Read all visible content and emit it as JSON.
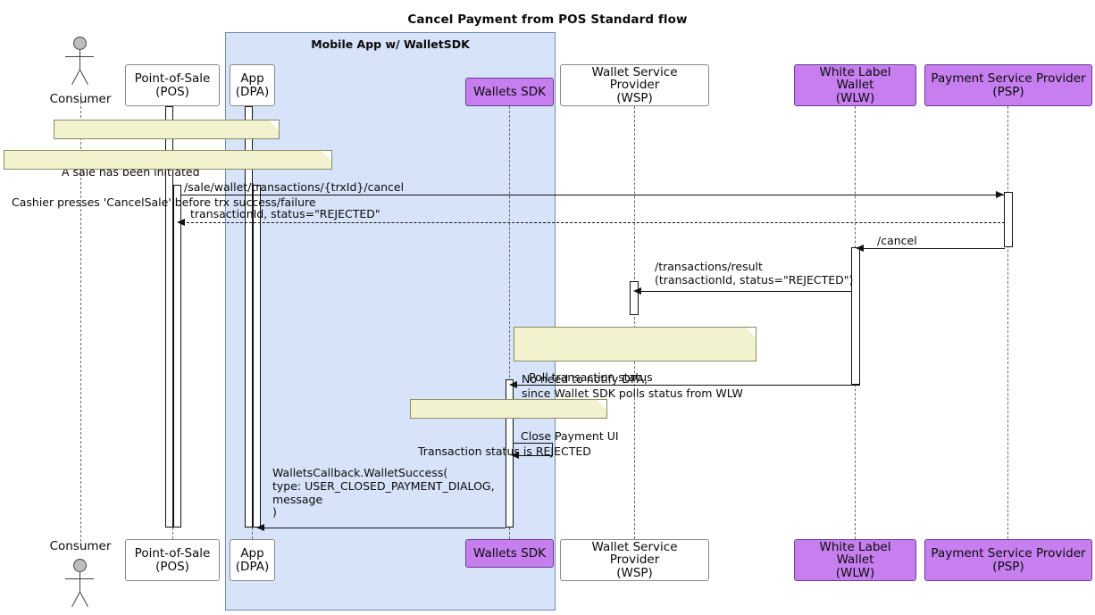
{
  "diagram": {
    "title": "Cancel Payment from POS Standard flow",
    "type": "sequence-diagram",
    "colors": {
      "group_fill": "#D6E3F8",
      "group_border": "#7089B0",
      "accent_participant": "#C77FF0",
      "note_fill": "#F2F2CE",
      "note_border": "#8C8C60",
      "line": "#111111",
      "lifeline": "#6b6b6b"
    }
  },
  "group": {
    "label": "Mobile App w/ WalletSDK"
  },
  "actor": {
    "name": "Consumer",
    "top_label": "Consumer",
    "bottom_label": "Consumer"
  },
  "participants": [
    {
      "id": "pos",
      "label": "Point-of-Sale\n(POS)",
      "style": "plain"
    },
    {
      "id": "dpa",
      "label": "App\n(DPA)",
      "style": "plain"
    },
    {
      "id": "sdk",
      "label": "Wallets SDK",
      "style": "accent"
    },
    {
      "id": "wsp",
      "label": "Wallet Service Provider\n(WSP)",
      "style": "plain"
    },
    {
      "id": "wlw",
      "label": "White Label Wallet\n(WLW)",
      "style": "accent"
    },
    {
      "id": "psp",
      "label": "Payment Service Provider\n(PSP)",
      "style": "accent"
    }
  ],
  "notes": [
    {
      "id": "note1",
      "text": "A sale has been initiated"
    },
    {
      "id": "note2",
      "text": "Cashier presses 'CancelSale' before trx success/failure"
    },
    {
      "id": "note3",
      "text": "No need to notify DPA,\nsince Wallet SDK polls status from WLW"
    },
    {
      "id": "note4",
      "text": "Transaction status is REJECTED"
    }
  ],
  "messages": [
    {
      "id": "m1",
      "label": "/sale/wallet/transactions/{trxId}/cancel",
      "from": "pos",
      "to": "psp",
      "kind": "sync"
    },
    {
      "id": "m2",
      "label": "transactionId, status=\"REJECTED\"",
      "from": "psp",
      "to": "pos",
      "kind": "return"
    },
    {
      "id": "m3",
      "label": "/cancel",
      "from": "psp",
      "to": "wlw",
      "kind": "sync"
    },
    {
      "id": "m4",
      "label": "/transactions/result\n(transactionId, status=\"REJECTED\")",
      "from": "wlw",
      "to": "wsp",
      "kind": "sync"
    },
    {
      "id": "m5",
      "label": "Poll transaction status",
      "from": "wlw",
      "to": "sdk",
      "kind": "sync"
    },
    {
      "id": "m6",
      "label": "Close Payment UI",
      "from": "sdk",
      "to": "sdk",
      "kind": "self"
    },
    {
      "id": "m7",
      "label": "WalletsCallback.WalletSuccess(\n type: USER_CLOSED_PAYMENT_DIALOG,\n message\n)",
      "from": "sdk",
      "to": "dpa",
      "kind": "sync"
    }
  ]
}
